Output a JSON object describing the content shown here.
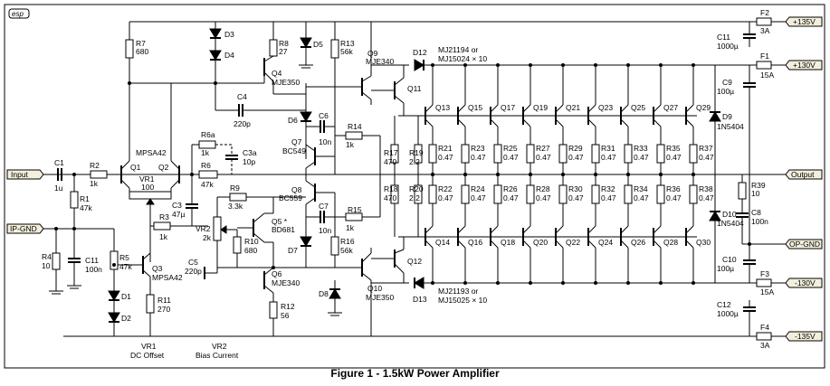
{
  "logo": "esp",
  "caption": "Figure 1 - 1.5kW Power Amplifier",
  "ports": {
    "input": "Input",
    "ip_gnd": "IP-GND",
    "output": "Output",
    "op_gnd": "OP-GND",
    "pos135": "+135V",
    "pos130": "+130V",
    "neg130": "-130V",
    "neg135": "-135V"
  },
  "front_end_labels": {
    "c1": "C1",
    "c1v": "1u",
    "r2": "R2",
    "r2v": "1k",
    "r1": "R1",
    "r1v": "47k",
    "r4": "R4",
    "r4v": "10",
    "c11": "C11",
    "c11v": "100n",
    "r7": "R7",
    "r7v": "680",
    "q1": "Q1",
    "q2": "Q2",
    "mpsa42a": "MPSA42",
    "vr1": "VR1",
    "vr1v": "100",
    "r3": "R3",
    "r3v": "1k",
    "r5": "R5",
    "r5v": "47k",
    "q3": "Q3",
    "mpsa42b": "MPSA42",
    "d1": "D1",
    "d2": "D2",
    "r11": "R11",
    "r11v": "270",
    "d3": "D3",
    "d4": "D4",
    "r8": "R8",
    "r8v": "27",
    "q4": "Q4",
    "q4t": "MJE350",
    "c4": "C4",
    "c4v": "220p",
    "r6a": "R6a",
    "r6av": "1k",
    "c3a": "C3a",
    "c3av": "10p",
    "r6": "R6",
    "r6v": "47k",
    "c3": "C3",
    "c3v": "47µ",
    "r9": "R9",
    "r9v": "3.3k",
    "vr2": "VR2",
    "vr2v": "2k",
    "q5": "Q5 *",
    "q5t": "BD681",
    "r10": "R10",
    "r10v": "680",
    "c5": "C5",
    "c5v": "220p",
    "q6": "Q6",
    "q6t": "MJE340",
    "r12": "R12",
    "r12v": "56",
    "vr1_note1": "VR1",
    "vr1_note2": "DC Offset",
    "vr2_note1": "VR2",
    "vr2_note2": "Bias Current"
  },
  "driver_labels": {
    "d5": "D5",
    "r13": "R13",
    "r13v": "56k",
    "d6": "D6",
    "c6": "C6",
    "c6v": "10n",
    "q7": "Q7",
    "q7t": "BC549",
    "q8": "Q8",
    "q8t": "BC559",
    "c7": "C7",
    "c7v": "10n",
    "d7": "D7",
    "r16": "R16",
    "r16v": "56k",
    "d8": "D8",
    "r14": "R14",
    "r14v": "1k",
    "r15": "R15",
    "r15v": "1k",
    "q9": "Q9",
    "q9t": "MJE340",
    "q10": "Q10",
    "q10t": "MJE350",
    "q11": "Q11",
    "q12": "Q12",
    "d12": "D12",
    "d13": "D13",
    "top_out": "MJ21194 or",
    "top_out2": "MJ15024 × 10",
    "bot_out": "MJ21193 or",
    "bot_out2": "MJ15025 × 10",
    "r17": "R17",
    "r17v": "470",
    "r18": "R18",
    "r18v": "470",
    "r19": "R19",
    "r19v": "2.2",
    "r20": "R20",
    "r20v": "2.2"
  },
  "output_stage": {
    "top_transistors": [
      "Q13",
      "Q15",
      "Q17",
      "Q19",
      "Q21",
      "Q23",
      "Q25",
      "Q27",
      "Q29"
    ],
    "bottom_transistors": [
      "Q14",
      "Q16",
      "Q18",
      "Q20",
      "Q22",
      "Q24",
      "Q26",
      "Q28",
      "Q30"
    ],
    "top_resistors": [
      "R21",
      "R23",
      "R25",
      "R27",
      "R29",
      "R31",
      "R33",
      "R35",
      "R37"
    ],
    "bottom_resistors": [
      "R22",
      "R24",
      "R26",
      "R28",
      "R30",
      "R32",
      "R34",
      "R36",
      "R38"
    ],
    "emitter_value": "0.47"
  },
  "supply_labels": {
    "f2": "F2",
    "f2v": "3A",
    "f1": "F1",
    "f1v": "15A",
    "f3": "F3",
    "f3v": "15A",
    "f4": "F4",
    "f4v": "3A",
    "c11b": "C11",
    "c11bv": "1000µ",
    "c9": "C9",
    "c9v": "100µ",
    "c10": "C10",
    "c10v": "100µ",
    "c12": "C12",
    "c12v": "1000µ",
    "d9": "D9",
    "d9t": "1N5404",
    "d10": "D10",
    "d10t": "1N5404",
    "r39": "R39",
    "r39v": "10",
    "c8": "C8",
    "c8v": "100n"
  }
}
